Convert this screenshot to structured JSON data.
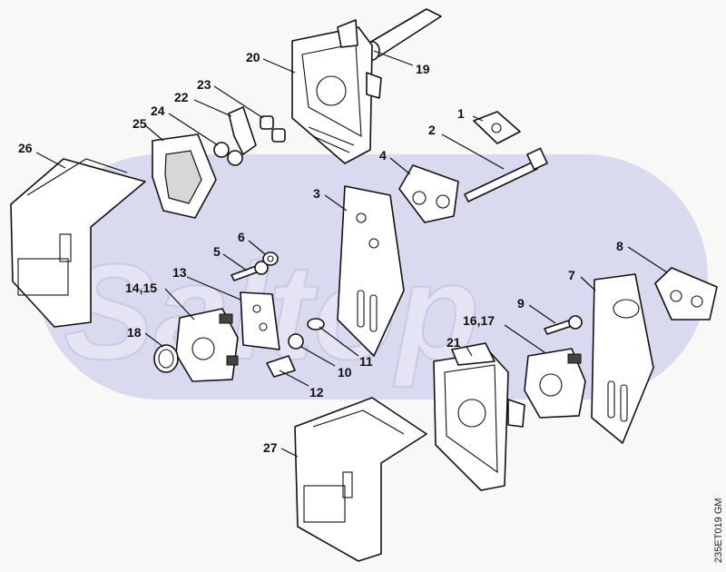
{
  "diagram": {
    "watermark": "Saltop",
    "drawing_code": "235ET019 GM",
    "callouts": {
      "p1": "1",
      "p2": "2",
      "p3": "3",
      "p4": "4",
      "p5": "5",
      "p6": "6",
      "p7": "7",
      "p8": "8",
      "p9": "9",
      "p10": "10",
      "p11": "11",
      "p12": "12",
      "p13": "13",
      "p14_15": "14,15",
      "p16_17": "16,17",
      "p18": "18",
      "p19": "19",
      "p20": "20",
      "p21": "21",
      "p22": "22",
      "p23": "23",
      "p24": "24",
      "p25": "25",
      "p26": "26",
      "p27": "27"
    }
  }
}
